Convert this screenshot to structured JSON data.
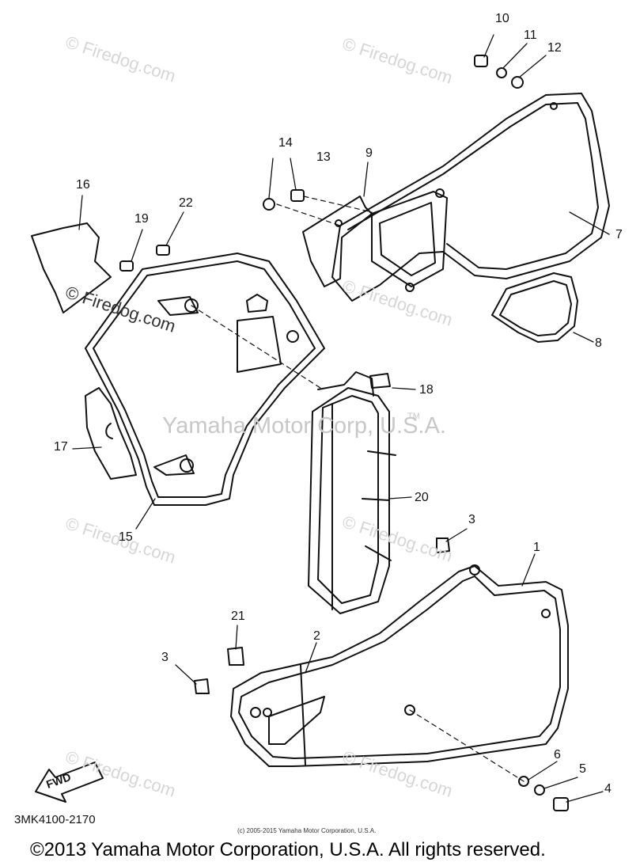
{
  "watermarks": {
    "site": "© Firedog.com",
    "main": "Yamaha Motor Corp, U.S.A.",
    "tm": "TM"
  },
  "callouts": [
    "1",
    "2",
    "3",
    "3",
    "4",
    "5",
    "6",
    "7",
    "8",
    "9",
    "10",
    "11",
    "12",
    "13",
    "14",
    "15",
    "16",
    "17",
    "18",
    "19",
    "20",
    "21",
    "22"
  ],
  "fwd_label": "FWD",
  "diagram_code": "3MK4100-2170",
  "small_copyright": "(c) 2005-2015 Yamaha Motor Corporation, U.S.A.",
  "footer_copyright": "©2013 Yamaha Motor Corporation, U.S.A. All rights reserved."
}
